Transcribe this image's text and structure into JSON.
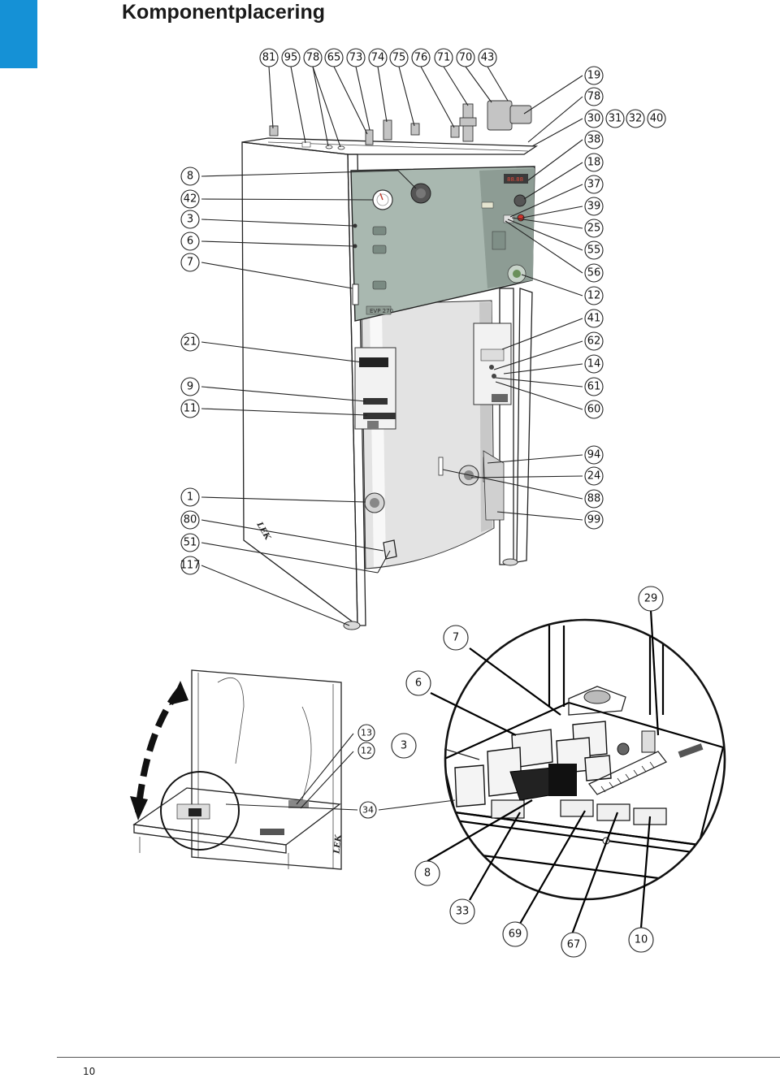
{
  "page": {
    "title": "Komponentplacering",
    "page_number": "10",
    "accent_color": "#1591d6"
  },
  "panel": {
    "model_label": "EVP 270",
    "brand_mark": "LEK"
  },
  "callouts": {
    "top_row": [
      "81",
      "95",
      "78",
      "65",
      "73",
      "74",
      "75",
      "76",
      "71",
      "70",
      "43"
    ],
    "right_column": [
      "19",
      "78",
      "30",
      "31",
      "32",
      "40",
      "38",
      "18",
      "37",
      "39",
      "25",
      "55",
      "56",
      "12",
      "41",
      "62",
      "14",
      "61",
      "60",
      "94",
      "24",
      "88",
      "99"
    ],
    "left_column": [
      "8",
      "42",
      "3",
      "6",
      "7",
      "21",
      "9",
      "11",
      "1",
      "80",
      "51",
      "117"
    ],
    "detail": [
      "29",
      "7",
      "6",
      "13",
      "12",
      "3",
      "34",
      "8",
      "33",
      "69",
      "67",
      "10"
    ]
  }
}
